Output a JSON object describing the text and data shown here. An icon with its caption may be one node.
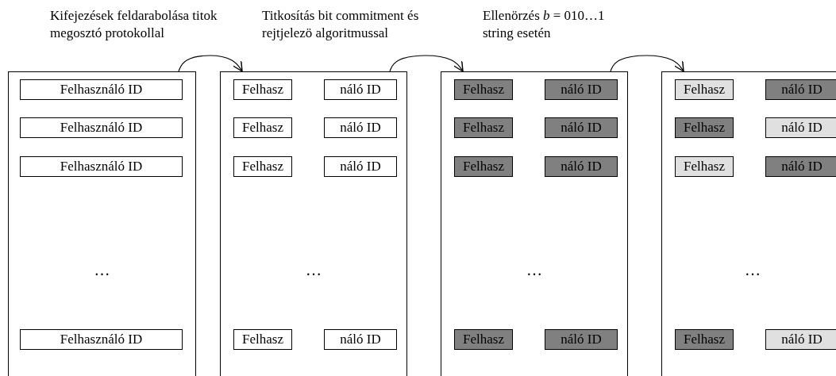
{
  "diagram": {
    "nodes": [
      {
        "text": [
          "…"
        ]
      },
      {
        "text": [
          "Felhasználó ID"
        ],
        "in": 0
      },
      {
        "text": [
          "Felhasználó ID"
        ],
        "in": 0
      },
      {
        "text": [
          "Felhasználó ID"
        ],
        "in": 0
      },
      {
        "text": [
          "Felhasználó ID"
        ],
        "in": 0
      },
      {
        "text": [
          "…"
        ]
      },
      {
        "text": [
          "Felhasz"
        ],
        "in": 5
      },
      {
        "text": [
          "náló ID"
        ],
        "in": 5
      },
      {
        "text": [
          "Felhasz"
        ],
        "in": 5
      },
      {
        "text": [
          "náló ID"
        ],
        "in": 5
      },
      {
        "text": [
          "Felhasz"
        ],
        "in": 5
      },
      {
        "text": [
          "náló ID"
        ],
        "in": 5
      },
      {
        "text": [
          "Felhasz"
        ],
        "in": 5
      },
      {
        "text": [
          "náló ID"
        ],
        "in": 5
      },
      {
        "text": [
          "…"
        ]
      },
      {
        "text": [
          "Felhasz"
        ],
        "in": 14
      },
      {
        "text": [
          "náló ID"
        ],
        "in": 14
      },
      {
        "text": [
          "Felhasz"
        ],
        "in": 14
      },
      {
        "text": [
          "náló ID"
        ],
        "in": 14
      },
      {
        "text": [
          "Felhasz"
        ],
        "in": 14
      },
      {
        "text": [
          "náló ID"
        ],
        "in": 14
      },
      {
        "text": [
          "Felhasz"
        ],
        "in": 14
      },
      {
        "text": [
          "náló ID"
        ],
        "in": 14
      },
      {
        "text": [
          "…"
        ]
      },
      {
        "text": [
          "Felhasz"
        ],
        "in": 23
      },
      {
        "text": [
          "náló ID"
        ],
        "in": 23
      },
      {
        "text": [
          "Felhasz"
        ],
        "in": 23
      },
      {
        "text": [
          "náló ID"
        ],
        "in": 23
      },
      {
        "text": [
          "Felhasz"
        ],
        "in": 23
      },
      {
        "text": [
          "náló ID"
        ],
        "in": 23
      },
      {
        "text": [
          "Felhasz"
        ],
        "in": 23
      },
      {
        "text": [
          "náló ID"
        ],
        "in": 23
      }
    ],
    "edges": [
      {
        "from": 0,
        "to": 5,
        "arrow": "to",
        "label": "Kifejezések feldarabolása titok megosztó protokollal"
      },
      {
        "from": 5,
        "to": 14,
        "arrow": "to",
        "label": "Titkosítás bit commitment és rejtjelezö algoritmussal"
      },
      {
        "from": 14,
        "to": 23,
        "arrow": "to",
        "label": "Ellenörzés *b* = 010…1 string esetén"
      }
    ]
  }
}
